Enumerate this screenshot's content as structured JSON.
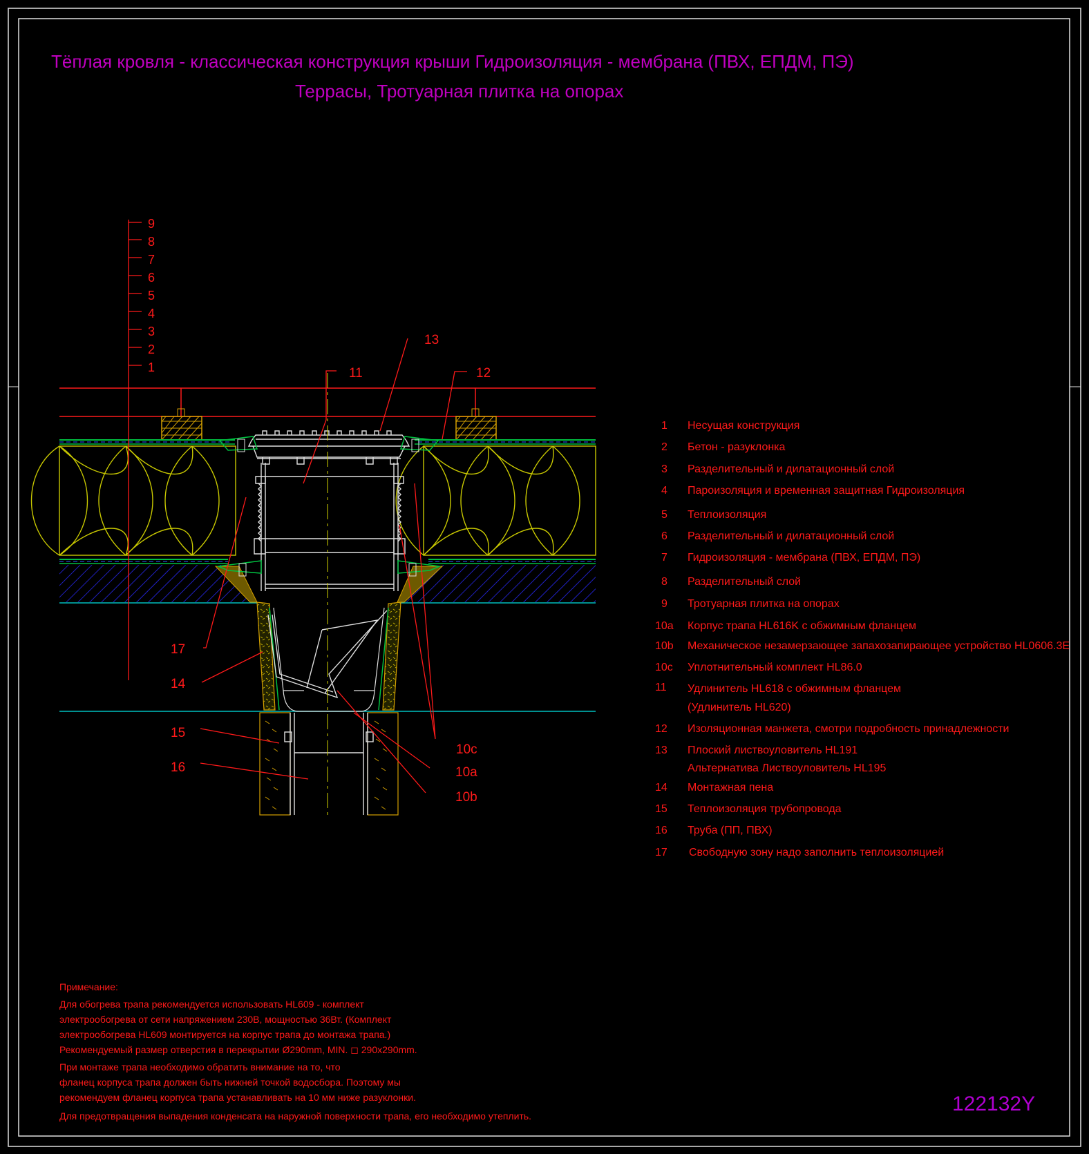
{
  "title_line1": "Тёплая кровля - классическая конструкция крыши Гидроизоляция - мембрана (ПВХ, ЕПДМ, ПЭ)",
  "title_line2": "Террасы, Тротуарная плитка на опорах",
  "ruler_labels": [
    "9",
    "8",
    "7",
    "6",
    "5",
    "4",
    "3",
    "2",
    "1"
  ],
  "callouts": {
    "c11": "11",
    "c12": "12",
    "c13": "13",
    "c14": "14",
    "c15": "15",
    "c16": "16",
    "c17": "17",
    "c10a": "10a",
    "c10b": "10b",
    "c10c": "10c"
  },
  "legend": [
    {
      "num": "1",
      "text": "Несущая конструкция"
    },
    {
      "num": "2",
      "text": "Бетон - разуклонка"
    },
    {
      "num": "3",
      "text": "Разделительный и дилатационный слой"
    },
    {
      "num": "4",
      "text": "Пароизоляция и временная защитная Гидроизоляция"
    },
    {
      "num": "5",
      "text": "Теплоизоляция"
    },
    {
      "num": "6",
      "text": "Разделительный и дилатационный слой"
    },
    {
      "num": "7",
      "text": "Гидроизоляция - мембрана (ПВХ, ЕПДМ, ПЭ)"
    },
    {
      "num": "8",
      "text": "Разделительный слой"
    },
    {
      "num": "9",
      "text": "Тротуарная плитка на опорах"
    },
    {
      "num": "10a",
      "text": "Корпус трапа HL616K с обжимным фланцем"
    },
    {
      "num": "10b",
      "text": "Механическое незамерзающее запахозапирающее устройство HL0606.3E"
    },
    {
      "num": "10c",
      "text": "Уплотнительный комплект HL86.0"
    },
    {
      "num": "11",
      "text": "Удлинитель HL618 с обжимным фланцем",
      "text2": "(Удлинитель HL620)"
    },
    {
      "num": "12",
      "text": "Изоляционная  манжета, смотри подробность принадлежности"
    },
    {
      "num": "13",
      "text": "Плоский листвоуловитель HL191",
      "text2": "Альтернатива Листвоуловитель HL195"
    },
    {
      "num": "14",
      "text": "Монтажная пена"
    },
    {
      "num": "15",
      "text": "Теплоизоляция трубопровода"
    },
    {
      "num": "16",
      "text": "Труба (ПП, ПВХ)"
    },
    {
      "num": "17",
      "text": "Свободную зону надо заполнить теплоизоляцией"
    }
  ],
  "notes": {
    "heading": "Примечание:",
    "lines": [
      "Для обогрева трапа рекомендуется использовать HL609 - комплект",
      "электрообогрева от сети напряжением 230В, мощностью 36Вт. (Комплект",
      "электрообогрева HL609 монтируется на корпус трапа до монтажа трапа.)",
      "Рекомендуемый размер отверстия в перекрытии Ø290mm, MIN. ◻ 290x290mm.",
      "При монтаже трапа необходимо обратить внимание на то, что",
      "фланец корпуса трапа должен быть нижней точкой водосбора. Поэтому мы",
      "рекомендуем фланец корпуса трапа устанавливать на 10 мм ниже разуклонки.",
      "Для предотвращения выпадения конденсата на наружной поверхности трапа, его необходимо утеплить."
    ]
  },
  "drawing_number": "122132Y",
  "colors": {
    "background": "#000000",
    "title": "#c000c0",
    "annotation": "#ff1a1a",
    "frame": "#ffffff",
    "insulation": "#d4d400",
    "membrane": "#00c040",
    "hatch": "#3030ff",
    "structure_line": "#00c0c0",
    "support": "#d4a000"
  }
}
